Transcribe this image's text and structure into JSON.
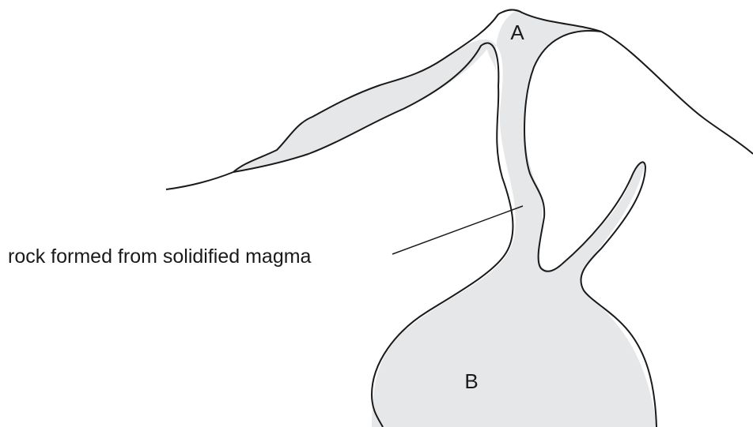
{
  "labels": {
    "top": "A",
    "bottom": "B",
    "annotation": "rock formed from solidified magma"
  },
  "colors": {
    "fill": "#e6e7e8",
    "stroke": "#1a1a1a"
  }
}
